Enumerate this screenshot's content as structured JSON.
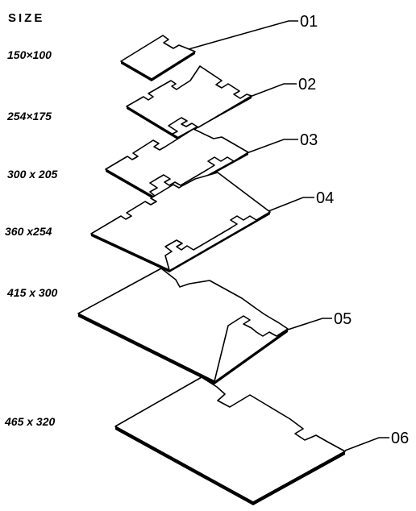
{
  "header": {
    "size_label": "SIZE"
  },
  "plates": [
    {
      "id": "01",
      "size": "150×100"
    },
    {
      "id": "02",
      "size": "254×175"
    },
    {
      "id": "03",
      "size": "300 x 205"
    },
    {
      "id": "04",
      "size": "360 x254"
    },
    {
      "id": "05",
      "size": "415 x 300"
    },
    {
      "id": "06",
      "size": "465 x 320"
    }
  ],
  "colors": {
    "line": "#000000",
    "background": "#ffffff"
  }
}
